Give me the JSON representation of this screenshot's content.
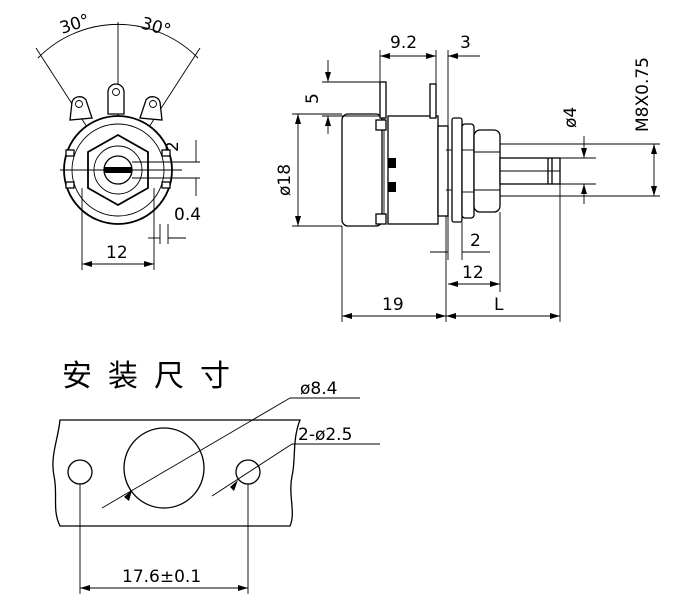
{
  "front_view": {
    "angle_left": "30°",
    "angle_right": "30°",
    "dim_2": "2",
    "dim_0_4": "0.4",
    "dim_12": "12"
  },
  "side_view": {
    "dim_9_2": "9.2",
    "dim_3": "3",
    "dim_5": "5",
    "dim_dia18": "ø18",
    "dim_dia4": "ø4",
    "dim_thread": "M8X0.75",
    "dim_2": "2",
    "dim_12": "12",
    "dim_19": "19",
    "dim_L": "L"
  },
  "mounting": {
    "title": "安装尺寸",
    "dim_dia8_4": "ø8.4",
    "dim_holes": "2-ø2.5",
    "dim_spacing": "17.6±0.1"
  },
  "colors": {
    "ink": "#000000",
    "paper": "#ffffff"
  }
}
